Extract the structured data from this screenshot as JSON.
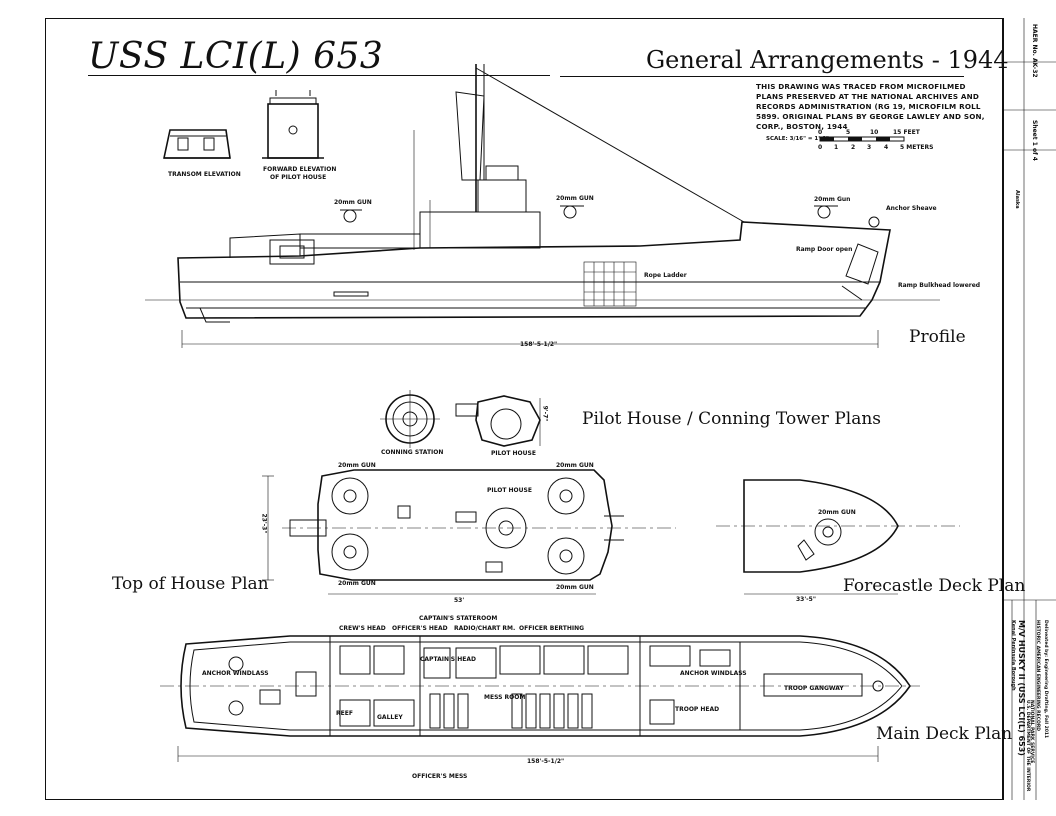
{
  "title": "USS LCI(L) 653",
  "subtitle": "General Arrangements - 1944",
  "note": "This drawing was traced from microfilmed plans preserved at the National Archives and Records Administration (RG 19, microfilm roll 5899. Original plans by George Lawley and Son, Corp., Boston, 1944",
  "scale": {
    "label": "SCALE: 3/16\" = 1'-0\"",
    "feet_ticks": [
      "0",
      "5",
      "10",
      "15 FEET"
    ],
    "meter_ticks": [
      "0",
      "1",
      "2",
      "3",
      "4",
      "5 METERS"
    ]
  },
  "views": {
    "transom": "TRANSOM ELEVATION",
    "pilot_elev_1": "FORWARD ELEVATION",
    "pilot_elev_2": "OF PILOT HOUSE",
    "profile": "Profile",
    "pilot_plans": "Pilot House / Conning Tower Plans",
    "conning": "CONNING STATION",
    "pilothouse": "PILOT HOUSE",
    "top_house": "Top of House Plan",
    "forecastle": "Forecastle Deck Plan",
    "main_deck": "Main Deck Plan"
  },
  "profile_labels": {
    "gun_aft": "20mm GUN",
    "gun_mid": "20mm GUN",
    "gun_fwd": "20mm Gun",
    "anchor_sheave": "Anchor Sheave",
    "ramp_door": "Ramp Door open",
    "rope_ladder": "Rope Ladder",
    "ramp_bulkhead": "Ramp Bulkhead lowered",
    "length": "158'-5-1/2\""
  },
  "pilot_dim": "9'-7\"",
  "top_house_labels": {
    "gun_tl": "20mm GUN",
    "gun_tr": "20mm GUN",
    "gun_bl": "20mm GUN",
    "gun_br": "20mm GUN",
    "pilot_house": "PILOT HOUSE",
    "height_dim": "23'-3\"",
    "length_dim": "53'"
  },
  "forecastle_labels": {
    "gun": "20mm GUN",
    "dim": "33'-5\""
  },
  "main_deck_labels": {
    "crews_head": "CREW'S HEAD",
    "officers_head": "OFFICER'S HEAD",
    "captains": "CAPTAIN'S STATEROOM",
    "captains_head": "CAPTAIN'S HEAD",
    "radio": "RADIO/CHART RM.",
    "officer_berthing": "OFFICER BERTHING",
    "anchor_aft": "ANCHOR WINDLASS",
    "anchor_fwd": "ANCHOR WINDLASS",
    "mess": "MESS ROOM",
    "reef": "REEF",
    "galley": "GALLEY",
    "troop_head": "TROOP HEAD",
    "troop_gangway": "TROOP GANGWAY",
    "officers_mess": "OFFICER'S MESS",
    "length": "158'-5-1/2\""
  },
  "title_block": {
    "hull": "M/V HUSKY II (USS LCI(L) 653)",
    "location": "Kenai Peninsula Borough",
    "state": "Alaska",
    "survey": "HAER No. AK-32",
    "sheet": "Sheet 1 of 4",
    "credit": "Delineated by: Engineering Drafting, Fall 2011",
    "agency": "HISTORIC AMERICAN ENGINEERING RECORD",
    "nps": "NATIONAL PARK SERVICE",
    "interior": "U.S. DEPARTMENT OF THE INTERIOR"
  }
}
